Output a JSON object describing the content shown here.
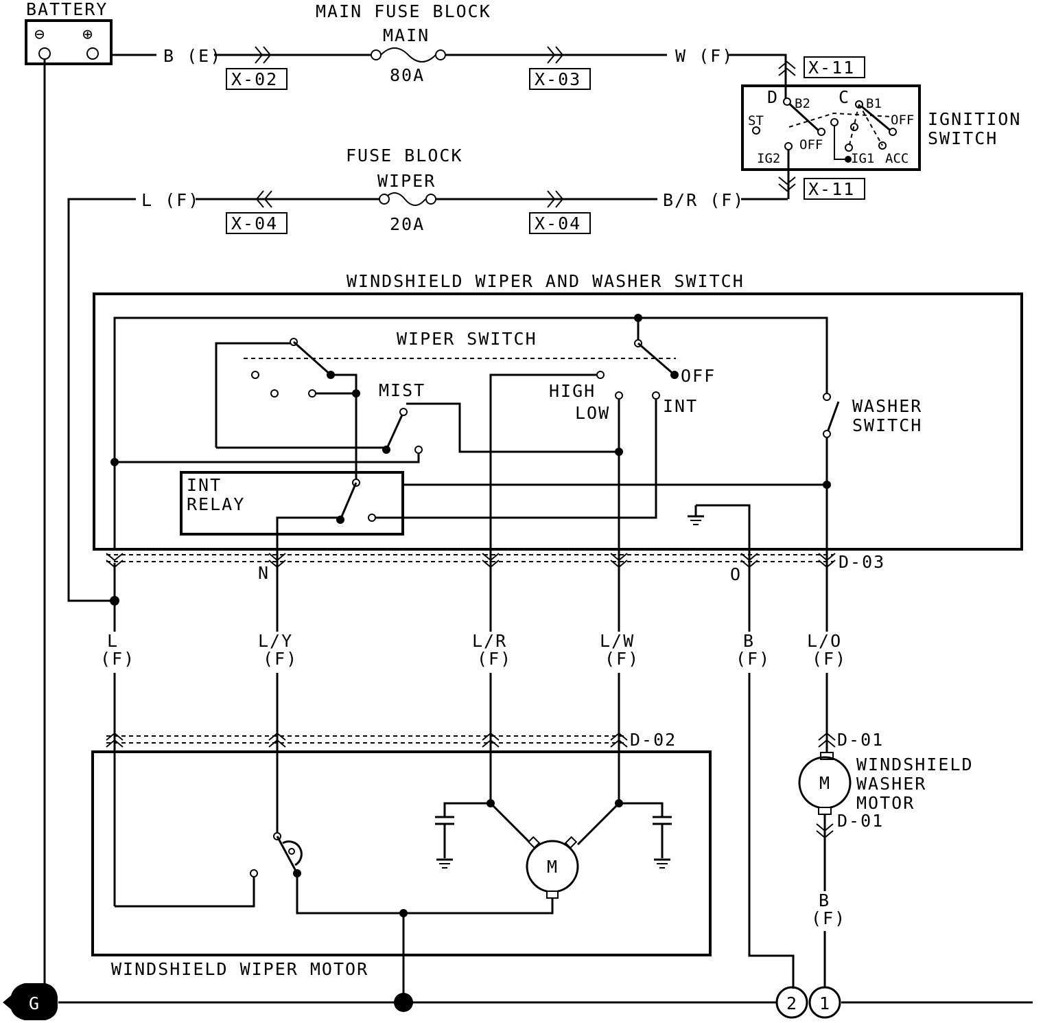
{
  "labels": {
    "battery": "BATTERY",
    "minus": "⊖",
    "plus": "⊕",
    "main_fuse_block": "MAIN FUSE BLOCK",
    "main_fuse": "MAIN",
    "main_rating": "80A",
    "fuse_block": "FUSE BLOCK",
    "wiper_fuse": "WIPER",
    "wiper_rating": "20A",
    "wire_be": "B (E)",
    "wire_wf": "W (F)",
    "wire_lf_top": "L (F)",
    "wire_brf": "B/R (F)",
    "conn_x02": "X-02",
    "conn_x03": "X-03",
    "conn_x04a": "X-04",
    "conn_x04b": "X-04",
    "conn_x11a": "X-11",
    "conn_x11b": "X-11",
    "ign_d": "D",
    "ign_b2": "B2",
    "ign_c": "C",
    "ign_b1": "B1",
    "ign_off1": "OFF",
    "ign_off2": "OFF",
    "ign_st": "ST",
    "ign_ig2": "IG2",
    "ign_ig1": "IG1",
    "ign_acc": "ACC",
    "ignition": "IGNITION",
    "switch": "SWITCH",
    "wws_title": "WINDSHIELD WIPER AND WASHER SWITCH",
    "wiper_switch": "WIPER SWITCH",
    "mist": "MIST",
    "high": "HIGH",
    "low": "LOW",
    "int": "INT",
    "off": "OFF",
    "washer": "WASHER",
    "washer_switch": "SWITCH",
    "int_relay_1": "INT",
    "int_relay_2": "RELAY",
    "pin_n": "N",
    "pin_o": "O",
    "conn_d03": "D-03",
    "conn_d02": "D-02",
    "conn_d01a": "D-01",
    "conn_d01b": "D-01",
    "wire_l": "L",
    "wire_ly": "L/Y",
    "wire_lr": "L/R",
    "wire_lw": "L/W",
    "wire_b": "B",
    "wire_lo": "L/O",
    "wire_b2": "B",
    "f": "(F)",
    "motor_m": "M",
    "washer_motor_1": "WINDSHIELD",
    "washer_motor_2": "WASHER",
    "washer_motor_3": "MOTOR",
    "wiper_motor": "WINDSHIELD WIPER MOTOR",
    "ground_g": "G",
    "gnd_1": "1",
    "gnd_2": "2"
  }
}
